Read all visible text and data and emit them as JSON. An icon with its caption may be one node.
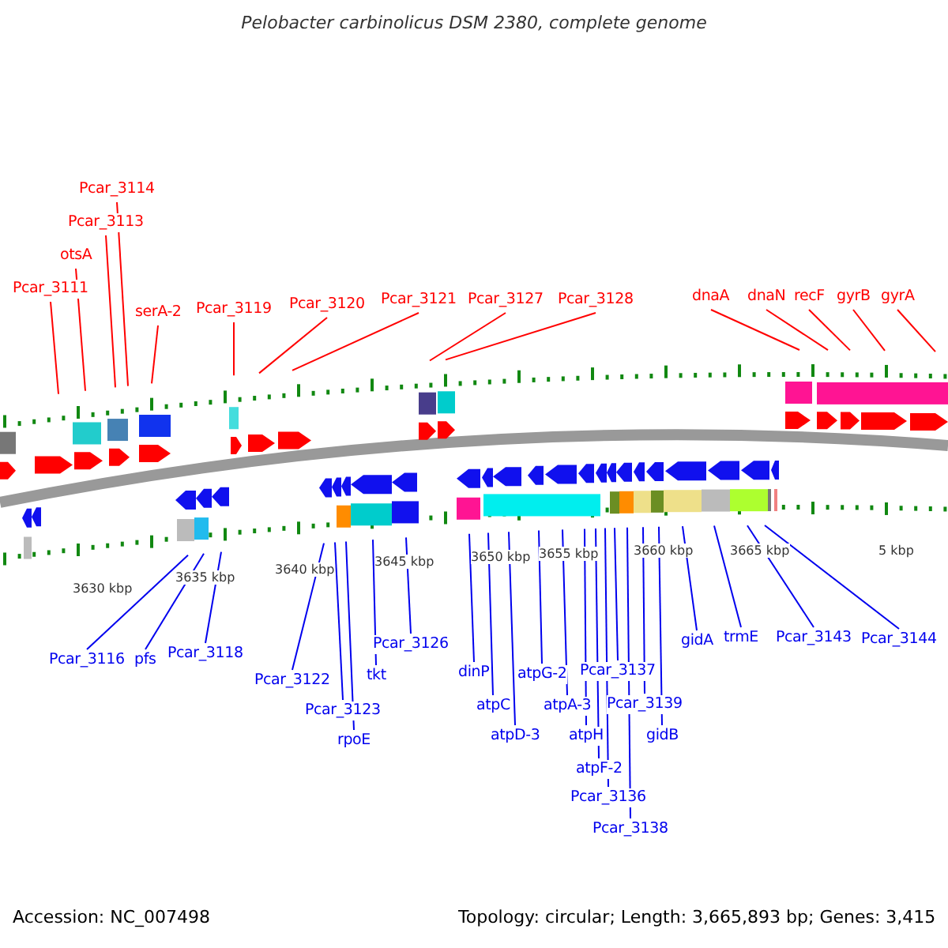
{
  "diagram": {
    "title": "Pelobacter carbinolicus DSM 2380, complete genome",
    "nodes": [
      {
        "text": [
          "Pcar_3111"
        ]
      },
      {
        "text": [
          "otsA"
        ]
      },
      {
        "text": [
          "Pcar_3113"
        ]
      },
      {
        "text": [
          "Pcar_3114"
        ]
      },
      {
        "text": [
          "serA-2"
        ]
      },
      {
        "text": [
          "Pcar_3119"
        ]
      },
      {
        "text": [
          "Pcar_3120"
        ]
      },
      {
        "text": [
          "Pcar_3121"
        ]
      },
      {
        "text": [
          "Pcar_3127"
        ]
      },
      {
        "text": [
          "Pcar_3128"
        ]
      },
      {
        "text": [
          "dnaA"
        ]
      },
      {
        "text": [
          "dnaN"
        ]
      },
      {
        "text": [
          "recF"
        ]
      },
      {
        "text": [
          "gyrB"
        ]
      },
      {
        "text": [
          "gyrA"
        ]
      },
      {
        "text": [
          "Pcar_3116"
        ]
      },
      {
        "text": [
          "pfs"
        ]
      },
      {
        "text": [
          "Pcar_3118"
        ]
      },
      {
        "text": [
          "Pcar_3122"
        ]
      },
      {
        "text": [
          "Pcar_3123"
        ]
      },
      {
        "text": [
          "rpoE"
        ]
      },
      {
        "text": [
          "tkt"
        ]
      },
      {
        "text": [
          "Pcar_3126"
        ]
      },
      {
        "text": [
          "dinP"
        ]
      },
      {
        "text": [
          "atpC"
        ]
      },
      {
        "text": [
          "atpD-3"
        ]
      },
      {
        "text": [
          "atpG-2"
        ]
      },
      {
        "text": [
          "atpA-3"
        ]
      },
      {
        "text": [
          "atpH"
        ]
      },
      {
        "text": [
          "atpF-2"
        ]
      },
      {
        "text": [
          "Pcar_3136"
        ]
      },
      {
        "text": [
          "Pcar_3137"
        ]
      },
      {
        "text": [
          "Pcar_3138"
        ]
      },
      {
        "text": [
          "Pcar_3139"
        ]
      },
      {
        "text": [
          "gidB"
        ]
      },
      {
        "text": [
          "gidA"
        ]
      },
      {
        "text": [
          "trmE"
        ]
      },
      {
        "text": [
          "Pcar_3143"
        ]
      },
      {
        "text": [
          "Pcar_3144"
        ]
      }
    ],
    "edges": [
      {
        "from": 0,
        "to": null,
        "arrow": "none",
        "color": "#ff0000"
      },
      {
        "from": 1,
        "to": null,
        "arrow": "none",
        "color": "#ff0000"
      },
      {
        "from": 2,
        "to": null,
        "arrow": "none",
        "color": "#ff0000"
      },
      {
        "from": 3,
        "to": null,
        "arrow": "none",
        "color": "#ff0000"
      },
      {
        "from": 4,
        "to": null,
        "arrow": "none",
        "color": "#ff0000"
      },
      {
        "from": 5,
        "to": null,
        "arrow": "none",
        "color": "#ff0000"
      },
      {
        "from": 6,
        "to": null,
        "arrow": "none",
        "color": "#ff0000"
      },
      {
        "from": 7,
        "to": null,
        "arrow": "none",
        "color": "#ff0000"
      },
      {
        "from": 8,
        "to": null,
        "arrow": "none",
        "color": "#ff0000"
      },
      {
        "from": 9,
        "to": null,
        "arrow": "none",
        "color": "#ff0000"
      },
      {
        "from": 10,
        "to": null,
        "arrow": "none",
        "color": "#ff0000"
      },
      {
        "from": 11,
        "to": null,
        "arrow": "none",
        "color": "#ff0000"
      },
      {
        "from": 12,
        "to": null,
        "arrow": "none",
        "color": "#ff0000"
      },
      {
        "from": 13,
        "to": null,
        "arrow": "none",
        "color": "#ff0000"
      },
      {
        "from": 14,
        "to": null,
        "arrow": "none",
        "color": "#ff0000"
      },
      {
        "from": 15,
        "to": null,
        "arrow": "none"
      },
      {
        "from": 16,
        "to": null,
        "arrow": "none"
      },
      {
        "from": 17,
        "to": null,
        "arrow": "none"
      },
      {
        "from": 18,
        "to": null,
        "arrow": "none"
      },
      {
        "from": 19,
        "to": null,
        "arrow": "none"
      },
      {
        "from": 20,
        "to": null,
        "arrow": "none"
      },
      {
        "from": 21,
        "to": null,
        "arrow": "none"
      },
      {
        "from": 22,
        "to": null,
        "arrow": "none"
      },
      {
        "from": 23,
        "to": null,
        "arrow": "none"
      },
      {
        "from": 24,
        "to": null,
        "arrow": "none"
      },
      {
        "from": 25,
        "to": null,
        "arrow": "none"
      },
      {
        "from": 26,
        "to": null,
        "arrow": "none"
      },
      {
        "from": 27,
        "to": null,
        "arrow": "none"
      },
      {
        "from": 28,
        "to": null,
        "arrow": "none"
      },
      {
        "from": 29,
        "to": null,
        "arrow": "none"
      },
      {
        "from": 30,
        "to": null,
        "arrow": "none"
      },
      {
        "from": 31,
        "to": null,
        "arrow": "none"
      },
      {
        "from": 32,
        "to": null,
        "arrow": "none"
      },
      {
        "from": 33,
        "to": null,
        "arrow": "none"
      },
      {
        "from": 34,
        "to": null,
        "arrow": "none"
      },
      {
        "from": 35,
        "to": null,
        "arrow": "none"
      },
      {
        "from": 36,
        "to": null,
        "arrow": "none"
      },
      {
        "from": 37,
        "to": null,
        "arrow": "none"
      },
      {
        "from": 38,
        "to": null,
        "arrow": "none"
      }
    ],
    "labels": [
      "3630 kbp",
      "3635 kbp",
      "3640 kbp",
      "3645 kbp",
      "3650 kbp",
      "3655 kbp",
      "3660 kbp",
      "3665 kbp",
      "5 kbp",
      "Accession: NC_007498",
      "Topology: circular; Length: 3,665,893 bp; Genes: 3,415"
    ]
  }
}
